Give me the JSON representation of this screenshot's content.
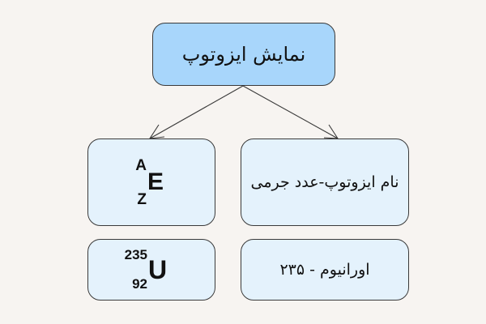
{
  "diagram": {
    "root": {
      "label": "نمایش ایزوتوپ"
    },
    "general_notation": {
      "mass_number": "A",
      "atomic_number": "Z",
      "symbol": "E"
    },
    "general_description": {
      "label": "نام ایزوتوپ-عدد جرمی"
    },
    "example_notation": {
      "mass_number": "235",
      "atomic_number": "92",
      "symbol": "U"
    },
    "example_description": {
      "label": "اورانیوم - ۲۳۵"
    },
    "colors": {
      "root_fill": "#a8d6fb",
      "child_fill": "#e4f2fc",
      "border": "#3a3a3a",
      "background": "#f7f4f1"
    }
  }
}
